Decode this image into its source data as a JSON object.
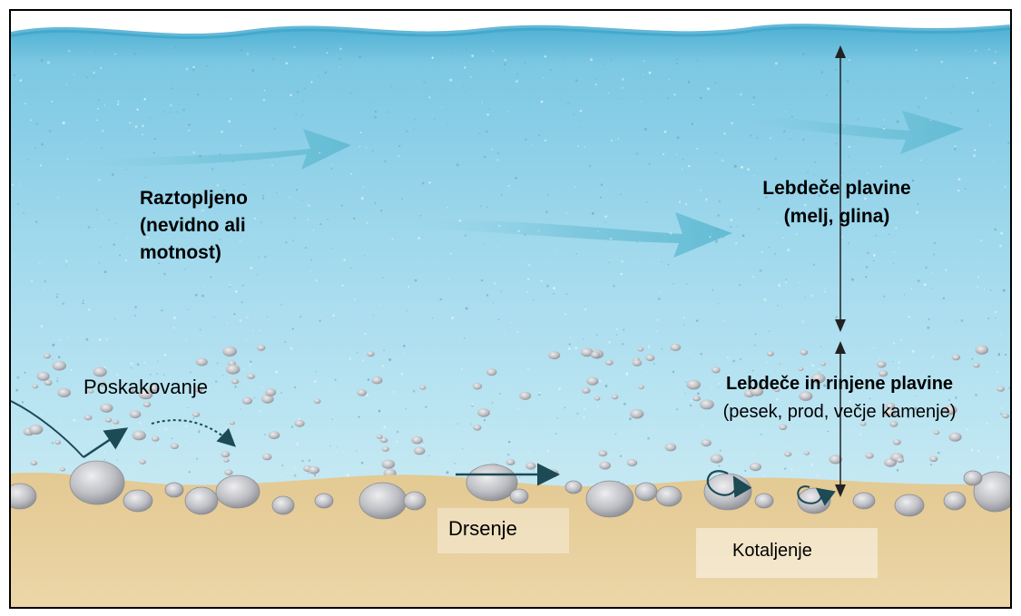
{
  "labels": {
    "dissolved": [
      "Raztopljeno",
      "(nevidno ali",
      "motnost)"
    ],
    "suspended_title": "Lebdeče plavine",
    "suspended_sub": "(melj, glina)",
    "mixed_title": "Lebdeče in rinjene plavine",
    "mixed_sub": "(pesek, prod, večje kamenje)",
    "saltation": "Poskakovanje",
    "sliding": "Drsenje",
    "rolling": "Kotaljenje"
  },
  "colors": {
    "water_top": "#5cb8d8",
    "water_mid": "#8fd3ea",
    "water_low": "#b9e5f1",
    "sand": "#e6cf9a",
    "stone": "#bfc0c4",
    "stone_dark": "#7f8086",
    "flow_arrow": "#74c3d8",
    "motion_arrow": "#1c4a55"
  }
}
